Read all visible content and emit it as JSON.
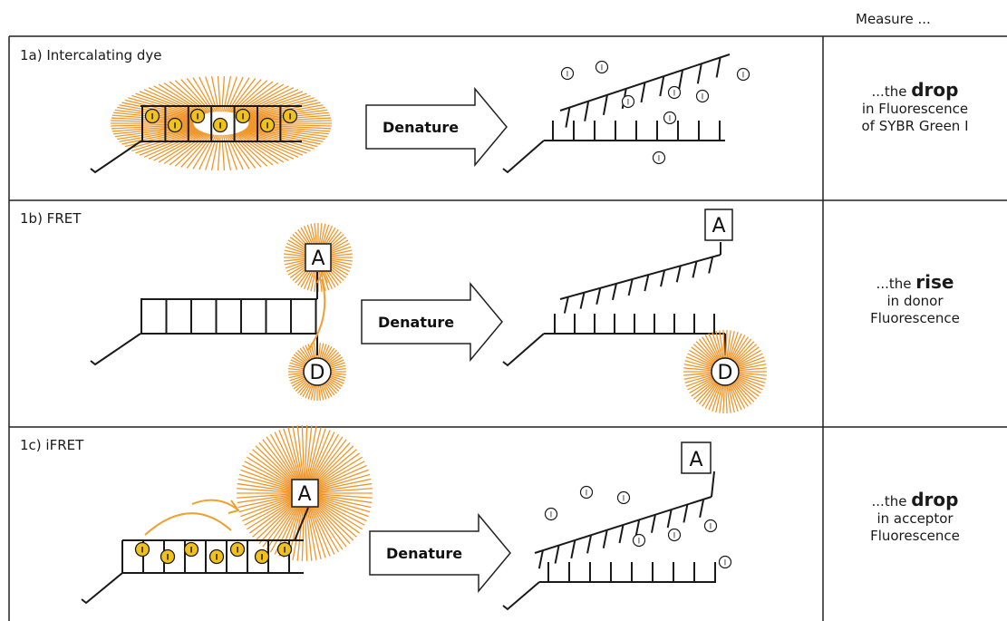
{
  "header": {
    "measure_label": "Measure ..."
  },
  "arrow_label": "Denature",
  "acceptor_letter": "A",
  "donor_letter": "D",
  "dye_letter": "I",
  "colors": {
    "glow": "#f0962a",
    "dye_fill": "#f2c21b",
    "line": "#1a1a1a",
    "arrow_curve": "#f0a030"
  },
  "panels": [
    {
      "label": "1a) Intercalating dye",
      "measure": {
        "pre": "...the",
        "emph": "drop",
        "l2": "in Fluorescence",
        "l3": "of SYBR Green I"
      }
    },
    {
      "label": "1b) FRET",
      "measure": {
        "pre": "...the",
        "emph": "rise",
        "l2": "in donor",
        "l3": "Fluorescence"
      }
    },
    {
      "label": "1c) iFRET",
      "measure": {
        "pre": "...the",
        "emph": "drop",
        "l2": "in acceptor",
        "l3": "Fluorescence"
      }
    }
  ]
}
